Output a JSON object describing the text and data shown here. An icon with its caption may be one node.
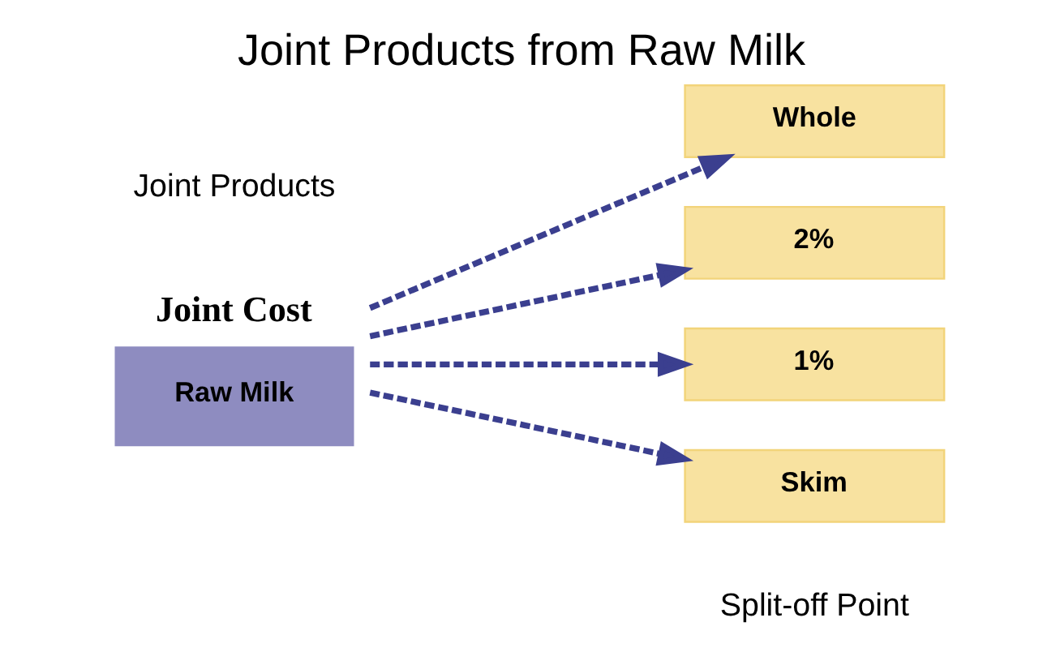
{
  "diagram": {
    "title": "Joint Products from Raw Milk",
    "nodes": [
      {
        "text": [
          "Joint Cost",
          "Raw Milk"
        ]
      },
      {
        "text": [
          "Whole"
        ]
      },
      {
        "text": [
          "2%"
        ]
      },
      {
        "text": [
          "1%"
        ]
      },
      {
        "text": [
          "Skim"
        ]
      }
    ],
    "edges": [
      {
        "from": 0,
        "to": 1,
        "arrow": "to",
        "style": "dashed"
      },
      {
        "from": 0,
        "to": 2,
        "arrow": "to",
        "style": "dashed"
      },
      {
        "from": 0,
        "to": 3,
        "arrow": "to",
        "style": "dashed"
      },
      {
        "from": 0,
        "to": 4,
        "arrow": "to",
        "style": "dashed"
      }
    ],
    "labels": [
      "Joint Products",
      "Split-off Point"
    ]
  }
}
